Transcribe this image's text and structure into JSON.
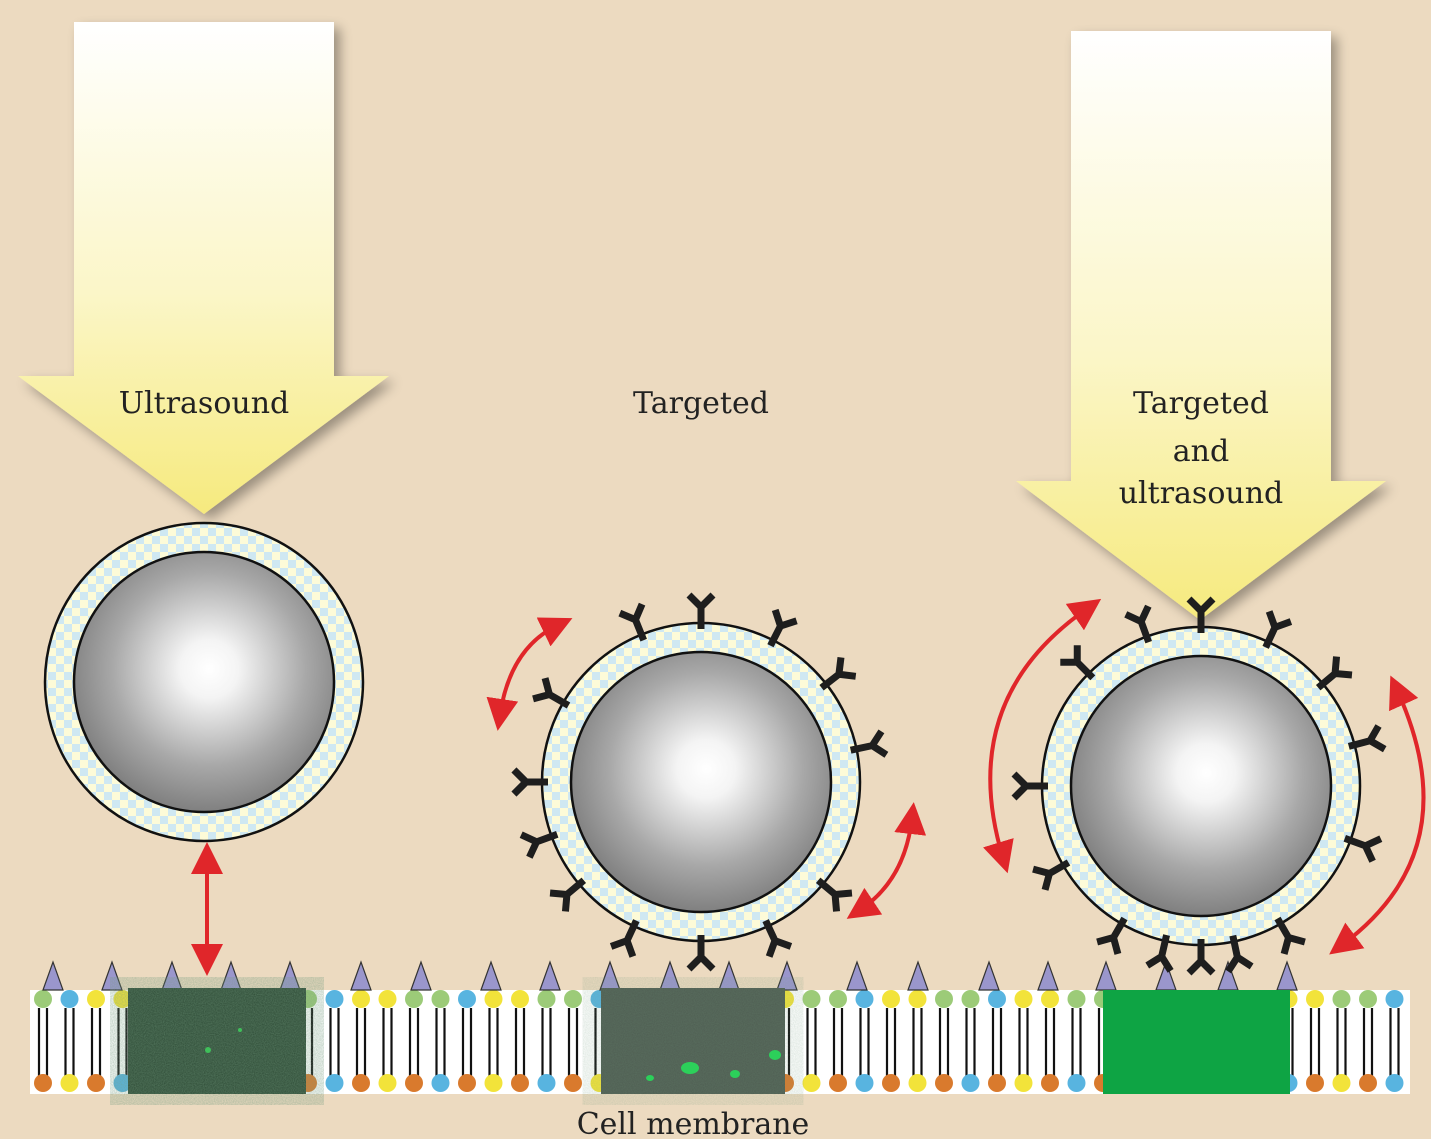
{
  "labels": {
    "ultrasound": "Ultrasound",
    "targeted": "Targeted",
    "targeted_and_ultrasound": [
      "Targeted",
      "and",
      "ultrasound"
    ],
    "membrane": "Cell membrane"
  },
  "colors": {
    "background": "#ecdac0",
    "arrow_top": "#ffffff",
    "arrow_bottom": "#f7ee8e",
    "shell_a": "#fdfbd8",
    "shell_b": "#cfe8f2",
    "motion_arrow": "#e0262a",
    "antibody": "#1e1e1e",
    "receptor": "#9a96cc",
    "uptake_low": "#2d4a35",
    "uptake_mid": "#4f5d52",
    "uptake_high": "#0ea444",
    "lipid_heads": [
      "#f2e33a",
      "#9ccb78",
      "#f2e33a",
      "#58b4e0",
      "#9ccb78",
      "#d97a2d"
    ]
  },
  "icons": {
    "bubble": "microbubble-icon",
    "antibody": "antibody-icon",
    "receptor": "receptor-triangle-icon",
    "ultrasound": "ultrasound-beam-arrow",
    "motion": "double-headed-motion-arrow"
  }
}
